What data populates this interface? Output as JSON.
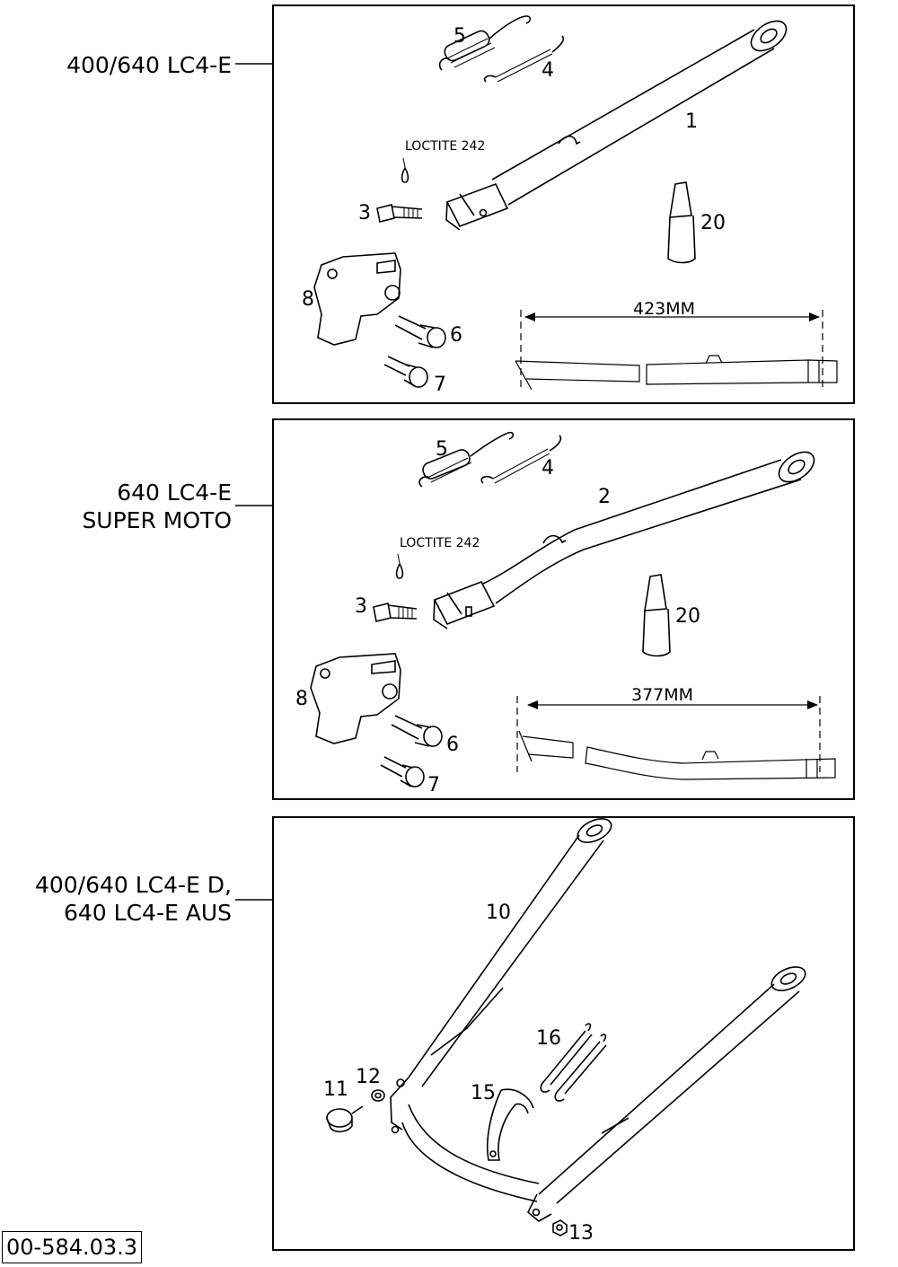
{
  "panels": [
    {
      "model_lines": [
        "400/640 LC4-E"
      ],
      "note": "LOCTITE 242",
      "dimension": "423MM",
      "callouts": {
        "c1": "1",
        "c3": "3",
        "c4": "4",
        "c5": "5",
        "c6": "6",
        "c7": "7",
        "c8": "8",
        "c20": "20"
      }
    },
    {
      "model_lines": [
        "640 LC4-E",
        "SUPER MOTO"
      ],
      "note": "LOCTITE 242",
      "dimension": "377MM",
      "callouts": {
        "c2": "2",
        "c3": "3",
        "c4": "4",
        "c5": "5",
        "c6": "6",
        "c7": "7",
        "c8": "8",
        "c20": "20"
      }
    },
    {
      "model_lines": [
        "400/640 LC4-E D,",
        "640 LC4-E AUS"
      ],
      "callouts": {
        "c10": "10",
        "c11": "11",
        "c12": "12",
        "c13": "13",
        "c15": "15",
        "c16": "16"
      }
    }
  ],
  "document_id": "00-584.03.3"
}
